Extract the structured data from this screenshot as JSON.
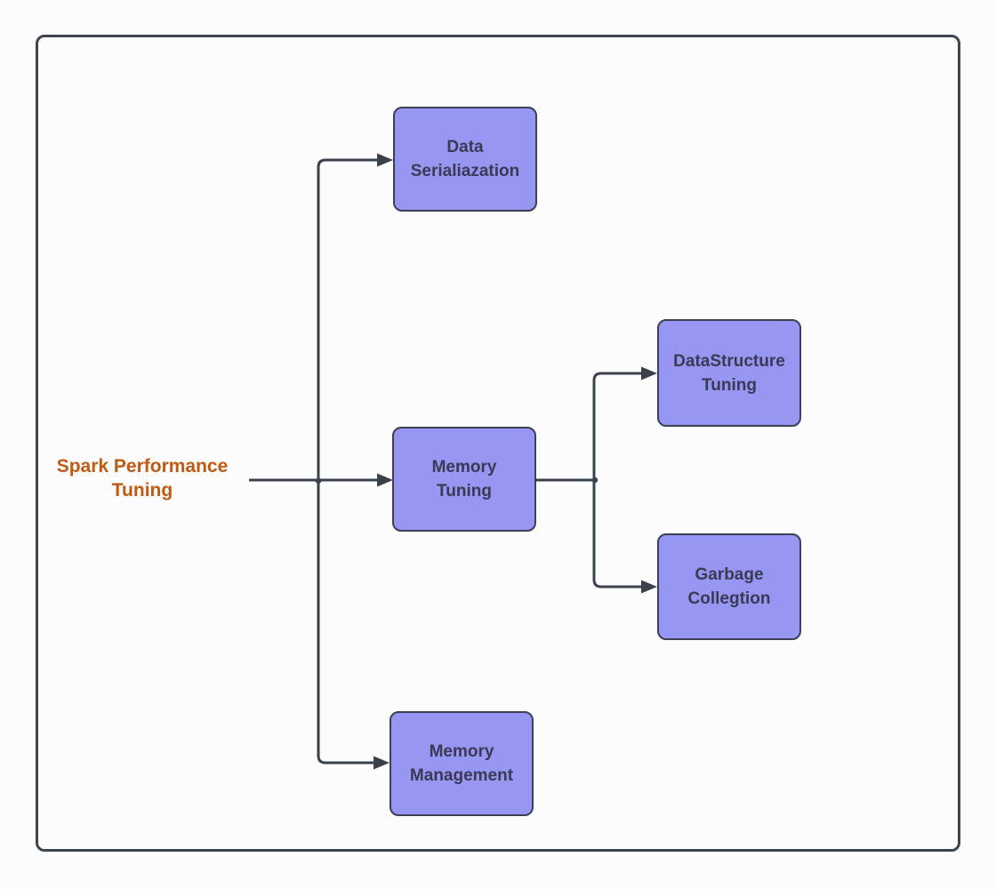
{
  "diagram": {
    "root": {
      "label": "Spark Performance Tuning",
      "lines": [
        "Spark Performance",
        "Tuning"
      ]
    },
    "nodes": [
      {
        "id": "data-serialiazation",
        "label": "Data Serialiazation",
        "lines": [
          "Data",
          "Serialiazation"
        ]
      },
      {
        "id": "memory-tuning",
        "label": "Memory Tuning",
        "lines": [
          "Memory",
          "Tuning"
        ]
      },
      {
        "id": "memory-management",
        "label": "Memory Management",
        "lines": [
          "Memory",
          "Management"
        ]
      },
      {
        "id": "datastructure-tuning",
        "label": "DataStructure Tuning",
        "lines": [
          "DataStructure",
          "Tuning"
        ]
      },
      {
        "id": "garbage-collegtion",
        "label": "Garbage Collegtion",
        "lines": [
          "Garbage",
          "Collegtion"
        ]
      }
    ],
    "edges": [
      {
        "from": "spark-performance-tuning",
        "to": "data-serialiazation"
      },
      {
        "from": "spark-performance-tuning",
        "to": "memory-tuning"
      },
      {
        "from": "spark-performance-tuning",
        "to": "memory-management"
      },
      {
        "from": "memory-tuning",
        "to": "datastructure-tuning"
      },
      {
        "from": "memory-tuning",
        "to": "garbage-collegtion"
      }
    ],
    "colors": {
      "background": "#FCFCFD",
      "frame_border": "#3D4450",
      "node_fill": "#9796F2",
      "node_border": "#3B4151",
      "node_text": "#3A3A55",
      "root_text": "#C05A11",
      "connector": "#3A414B"
    }
  }
}
